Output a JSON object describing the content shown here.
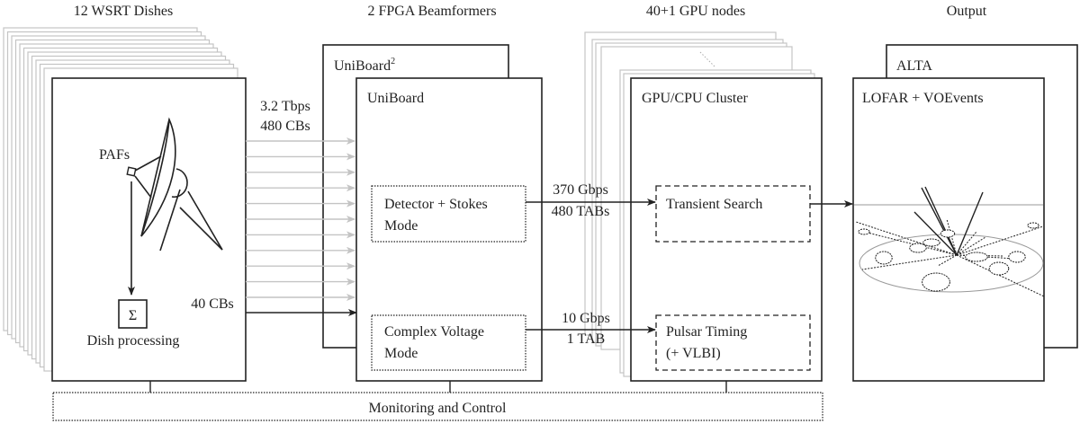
{
  "headers": {
    "dishes": "12 WSRT Dishes",
    "fpga": "2 FPGA Beamformers",
    "gpu": "40+1 GPU nodes",
    "output": "Output"
  },
  "dish_box": {
    "paf_label": "PAFs",
    "sigma_symbol": "Σ",
    "dish_processing": "Dish processing",
    "stack_count": 12
  },
  "links": {
    "cb_rate": "3.2 Tbps",
    "cb_count": "480 CBs",
    "cb_local": "40 CBs",
    "stokes_rate": "370 Gbps",
    "stokes_tabs": "480 TABs",
    "voltage_rate": "10 Gbps",
    "voltage_tabs": "1 TAB"
  },
  "fpga_box": {
    "back_label": "UniBoard",
    "back_superscript": "2",
    "front_label": "UniBoard",
    "mode_stokes_line1": "Detector + Stokes",
    "mode_stokes_line2": "Mode",
    "mode_voltage_line1": "Complex Voltage",
    "mode_voltage_line2": "Mode"
  },
  "gpu_box": {
    "label": "GPU/CPU Cluster",
    "transient": "Transient Search",
    "pulsar_line1": "Pulsar Timing",
    "pulsar_line2": "(+ VLBI)"
  },
  "output_box": {
    "back_label": "ALTA",
    "front_label": "LOFAR + VOEvents"
  },
  "bottom": {
    "monitoring": "Monitoring and Control"
  },
  "colors": {
    "ink": "#222222",
    "stack_gray": "#c4c4c4",
    "arrow_gray": "#c8c8c8"
  }
}
